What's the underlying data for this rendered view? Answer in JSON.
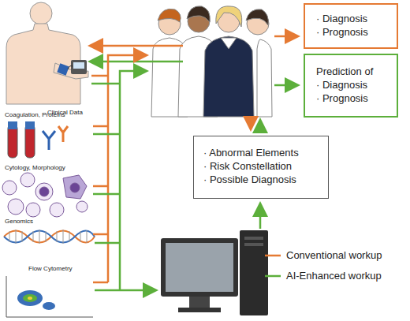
{
  "diagram": {
    "nodes": [
      {
        "text": [
          "· Diagnosis",
          "· Prognosis"
        ]
      },
      {
        "text": [
          "Prediction of",
          "· Diagnosis",
          "· Prognosis"
        ]
      },
      {
        "text": [
          "· Abnormal Elements",
          "· Risk Constellation",
          "· Possible Diagnosis"
        ]
      }
    ],
    "labels": [
      "Clinical Data",
      "Coagulation, Proteins",
      "Cytology, Morphology",
      "Genomics",
      "Flow Cytometry"
    ],
    "legend": [
      {
        "text": "Conventional workup"
      },
      {
        "text": "AI-Enhanced workup"
      }
    ]
  }
}
